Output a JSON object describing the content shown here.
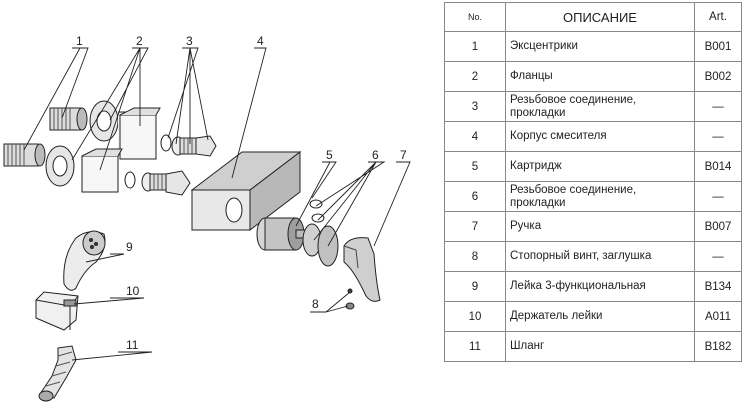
{
  "callouts": [
    "1",
    "2",
    "3",
    "4",
    "5",
    "6",
    "7",
    "8",
    "9",
    "10",
    "11"
  ],
  "table": {
    "headers": {
      "no": "No.",
      "description": "ОПИСАНИЕ",
      "art": "Art."
    },
    "rows": [
      {
        "no": "1",
        "description": "Эксцентрики",
        "art": "B001"
      },
      {
        "no": "2",
        "description": "Фланцы",
        "art": "B002"
      },
      {
        "no": "3",
        "description": "Резьбовое соединение, прокладки",
        "art": "—"
      },
      {
        "no": "4",
        "description": "Корпус смесителя",
        "art": "—"
      },
      {
        "no": "5",
        "description": "Картридж",
        "art": "B014"
      },
      {
        "no": "6",
        "description": "Резьбовое соединение, прокладки",
        "art": "—"
      },
      {
        "no": "7",
        "description": "Ручка",
        "art": "B007"
      },
      {
        "no": "8",
        "description": "Стопорный винт, заглушка",
        "art": "—"
      },
      {
        "no": "9",
        "description": "Лейка 3-функциональная",
        "art": "B134"
      },
      {
        "no": "10",
        "description": "Держатель лейки",
        "art": "A011"
      },
      {
        "no": "11",
        "description": "Шланг",
        "art": "B182"
      }
    ]
  }
}
